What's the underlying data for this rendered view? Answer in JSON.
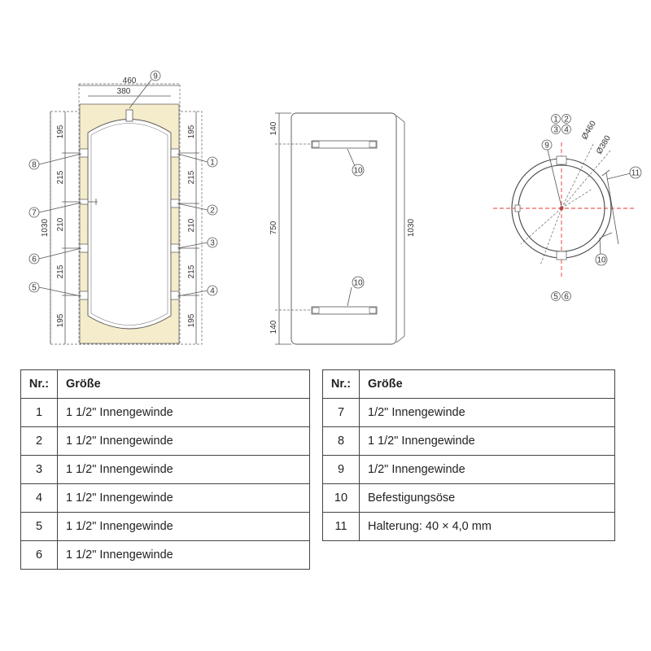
{
  "drawing": {
    "side_view": {
      "width_outer": "460",
      "width_inner": "380",
      "height_total": "1030",
      "left_dims": [
        "195",
        "215",
        "210",
        "215",
        "195"
      ],
      "right_dims": [
        "195",
        "215",
        "210",
        "215",
        "195"
      ],
      "left_callouts": [
        "8",
        "7",
        "6",
        "5"
      ],
      "right_callouts": [
        "1",
        "2",
        "3",
        "4"
      ],
      "top_callout": "9"
    },
    "back_view": {
      "dim_top": "140",
      "dim_middle": "750",
      "dim_bottom": "140",
      "height_total": "1030",
      "callout_top": "10",
      "callout_bottom": "10"
    },
    "top_view": {
      "label_top_1": "1",
      "label_top_2": "2",
      "label_top_3": "3",
      "label_top_4": "4",
      "label_bottom_5": "5",
      "label_bottom_6": "6",
      "diameter_outer": "Ø460",
      "diameter_inner": "Ø380",
      "callout_center": "9",
      "callout_bracket": "11",
      "callout_eyelet": "10"
    }
  },
  "tables": {
    "header_nr": "Nr.:",
    "header_size": "Größe",
    "left": [
      {
        "nr": "1",
        "size": "1 1/2\" Innengewinde"
      },
      {
        "nr": "2",
        "size": "1 1/2\" Innengewinde"
      },
      {
        "nr": "3",
        "size": "1 1/2\" Innengewinde"
      },
      {
        "nr": "4",
        "size": "1 1/2\" Innengewinde"
      },
      {
        "nr": "5",
        "size": "1 1/2\" Innengewinde"
      },
      {
        "nr": "6",
        "size": "1 1/2\" Innengewinde"
      }
    ],
    "right": [
      {
        "nr": "7",
        "size": "1/2\" Innengewinde"
      },
      {
        "nr": "8",
        "size": "1 1/2\" Innengewinde"
      },
      {
        "nr": "9",
        "size": "1/2\" Innengewinde"
      },
      {
        "nr": "10",
        "size": "Befestigungsöse"
      },
      {
        "nr": "11",
        "size": "Halterung: 40 × 4,0 mm"
      }
    ]
  },
  "colors": {
    "insulation": "#f5eccb",
    "centerline": "#e53935",
    "line": "#555555"
  }
}
